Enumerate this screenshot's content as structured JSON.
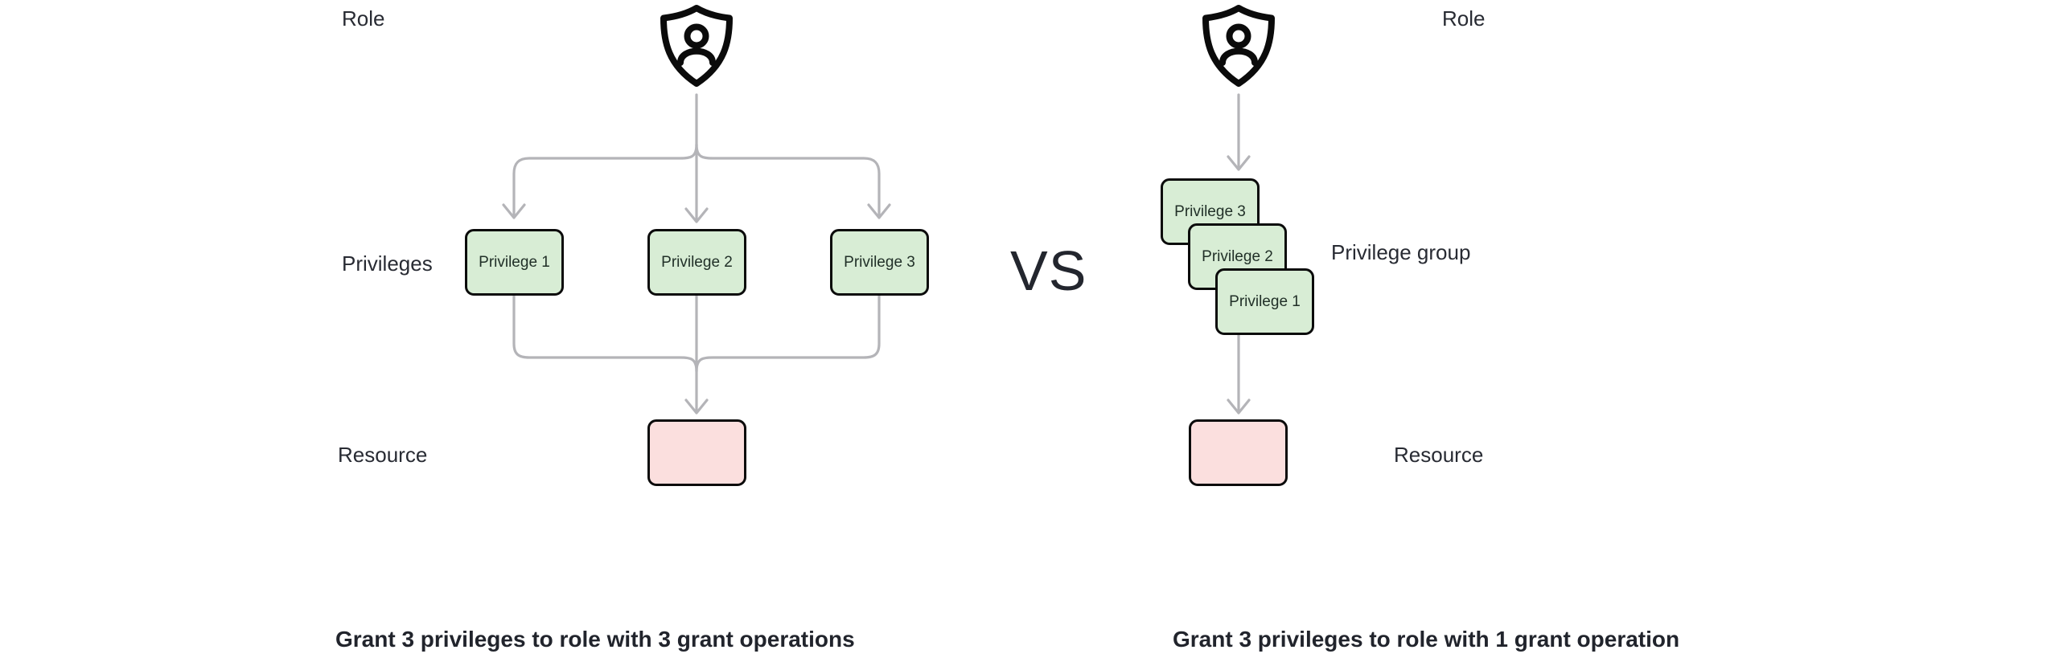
{
  "vs_label": "VS",
  "left_panel": {
    "role_label": "Role",
    "privileges_label": "Privileges",
    "resource_label": "Resource",
    "privileges": [
      "Privilege 1",
      "Privilege 2",
      "Privilege 3"
    ],
    "caption": "Grant 3 privileges to role with 3 grant operations"
  },
  "right_panel": {
    "role_label": "Role",
    "privilege_group_label": "Privilege group",
    "resource_label": "Resource",
    "privileges_stacked": [
      "Privilege 3",
      "Privilege 2",
      "Privilege 1"
    ],
    "caption": "Grant 3 privileges to role with 1 grant operation"
  },
  "icons": {
    "left_role_icon": "shield-user-icon",
    "right_role_icon": "shield-user-icon"
  },
  "colors": {
    "background": "#ffffff",
    "privilege_fill": "#d8edd5",
    "resource_fill": "#fbdfde",
    "box_border": "#0b0b0b",
    "connector_gray": "#b4b4b8",
    "label_text": "#282b33",
    "box_text": "#213028",
    "caption_text": "#21242c"
  }
}
